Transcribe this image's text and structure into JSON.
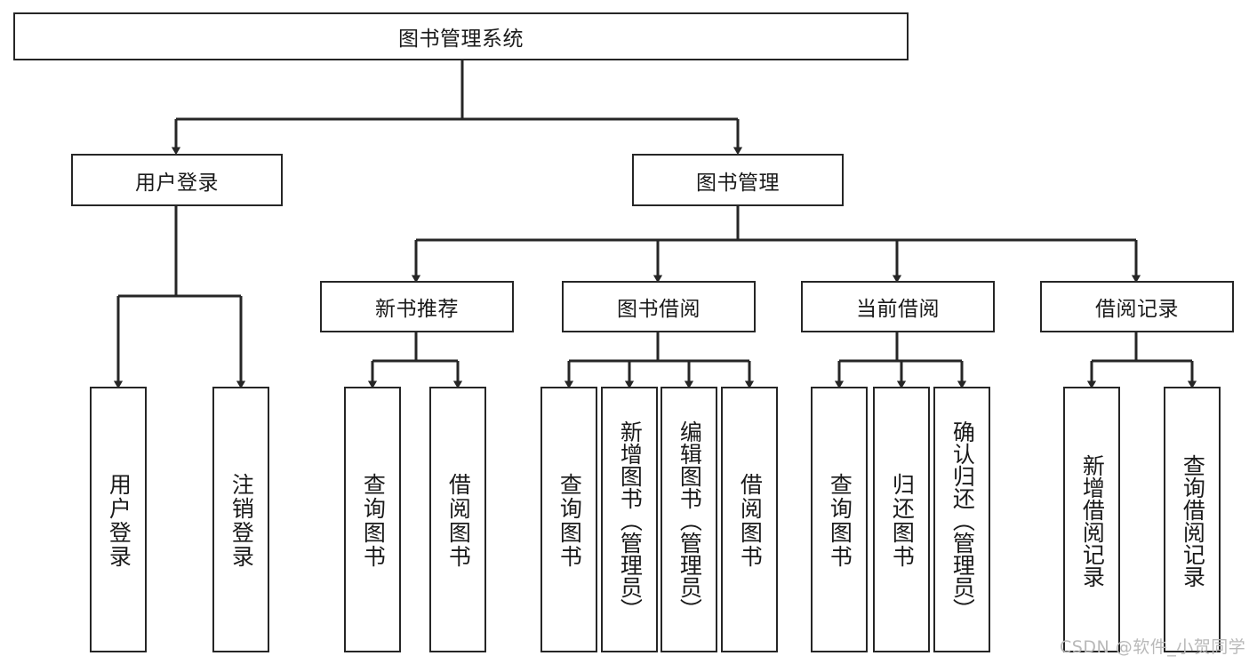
{
  "diagram": {
    "type": "tree-hierarchy-chart",
    "title": "图书管理系统",
    "line_color": "#262626",
    "box_fill": "#ffffff",
    "text_color": "#1a1a1a",
    "watermark": "CSDN @软件_小贺同学",
    "watermark_color": "#b9b9b9",
    "root": {
      "id": "root",
      "label": "图书管理系统",
      "orientation": "horizontal"
    },
    "level2": [
      {
        "id": "user-login",
        "label": "用户登录",
        "orientation": "horizontal"
      },
      {
        "id": "book-management",
        "label": "图书管理",
        "orientation": "horizontal"
      }
    ],
    "level3": [
      {
        "id": "new-book-recommend",
        "label": "新书推荐",
        "orientation": "horizontal",
        "parent": "book-management"
      },
      {
        "id": "book-borrow",
        "label": "图书借阅",
        "orientation": "horizontal",
        "parent": "book-management"
      },
      {
        "id": "current-borrow",
        "label": "当前借阅",
        "orientation": "horizontal",
        "parent": "book-management"
      },
      {
        "id": "borrow-record",
        "label": "借阅记录",
        "orientation": "horizontal",
        "parent": "book-management"
      }
    ],
    "leaves": [
      {
        "id": "leaf-user-login",
        "label": "用户登录",
        "parent": "user-login",
        "orientation": "vertical"
      },
      {
        "id": "leaf-user-logout",
        "label": "注销登录",
        "parent": "user-login",
        "orientation": "vertical"
      },
      {
        "id": "leaf-query-book-1",
        "label": "查询图书",
        "parent": "new-book-recommend",
        "orientation": "vertical"
      },
      {
        "id": "leaf-borrow-book-1",
        "label": "借阅图书",
        "parent": "new-book-recommend",
        "orientation": "vertical"
      },
      {
        "id": "leaf-query-book-2",
        "label": "查询图书",
        "parent": "book-borrow",
        "orientation": "vertical"
      },
      {
        "id": "leaf-add-book",
        "label": "新增图书（管理员）",
        "parent": "book-borrow",
        "orientation": "vertical"
      },
      {
        "id": "leaf-edit-book",
        "label": "编辑图书（管理员）",
        "parent": "book-borrow",
        "orientation": "vertical"
      },
      {
        "id": "leaf-borrow-book-2",
        "label": "借阅图书",
        "parent": "book-borrow",
        "orientation": "vertical"
      },
      {
        "id": "leaf-query-book-3",
        "label": "查询图书",
        "parent": "current-borrow",
        "orientation": "vertical"
      },
      {
        "id": "leaf-return-book",
        "label": "归还图书",
        "parent": "current-borrow",
        "orientation": "vertical"
      },
      {
        "id": "leaf-confirm-return",
        "label": "确认归还（管理员）",
        "parent": "current-borrow",
        "orientation": "vertical"
      },
      {
        "id": "leaf-add-record",
        "label": "新增借阅记录",
        "parent": "borrow-record",
        "orientation": "vertical"
      },
      {
        "id": "leaf-query-record",
        "label": "查询借阅记录",
        "parent": "borrow-record",
        "orientation": "vertical"
      }
    ]
  }
}
